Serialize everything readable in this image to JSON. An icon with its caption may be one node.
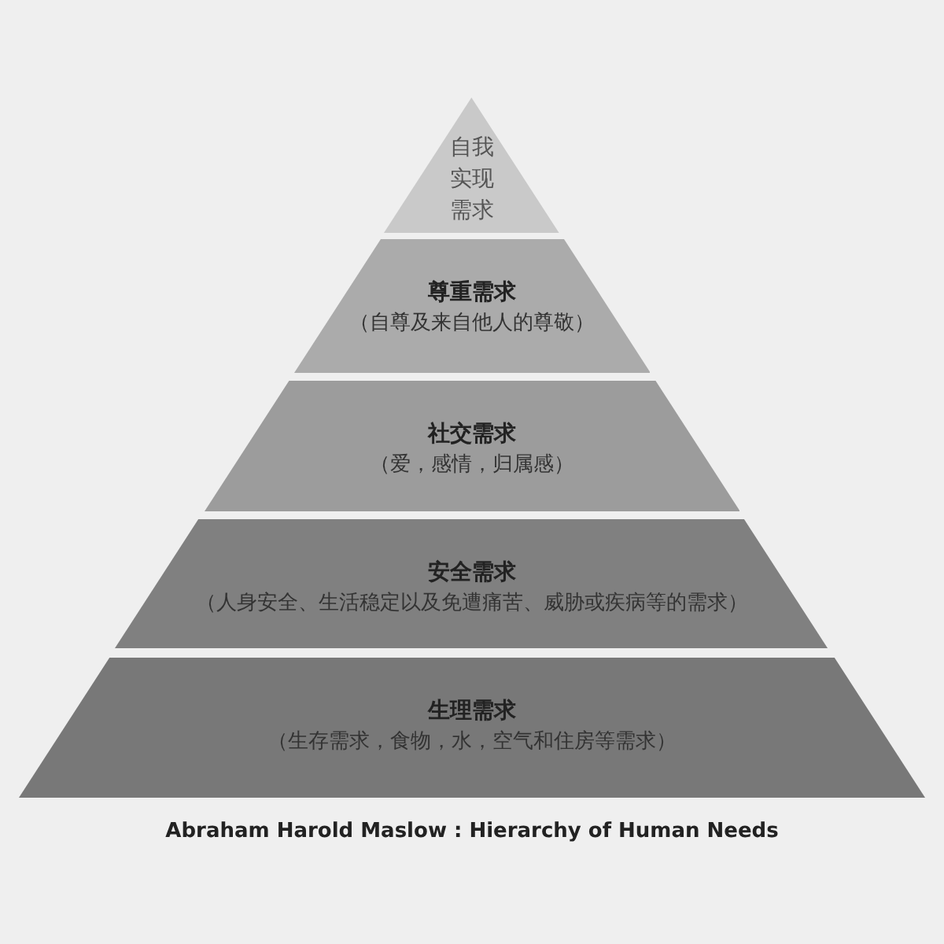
{
  "diagram": {
    "caption": "Abraham Harold Maslow : Hierarchy of Human Needs",
    "nodes": [
      {
        "text": [
          "自我实现需求"
        ]
      },
      {
        "text": [
          "尊重需求",
          "（自尊及来自他人的尊敬）"
        ]
      },
      {
        "text": [
          "社交需求",
          "（爱，感情，归属感）"
        ]
      },
      {
        "text": [
          "安全需求",
          "（人身安全、生活稳定以及免遭痛苦、威胁或疾病等的需求）"
        ]
      },
      {
        "text": [
          "生理需求",
          "（生存需求，食物，水，空气和住房等需求）"
        ]
      }
    ]
  }
}
